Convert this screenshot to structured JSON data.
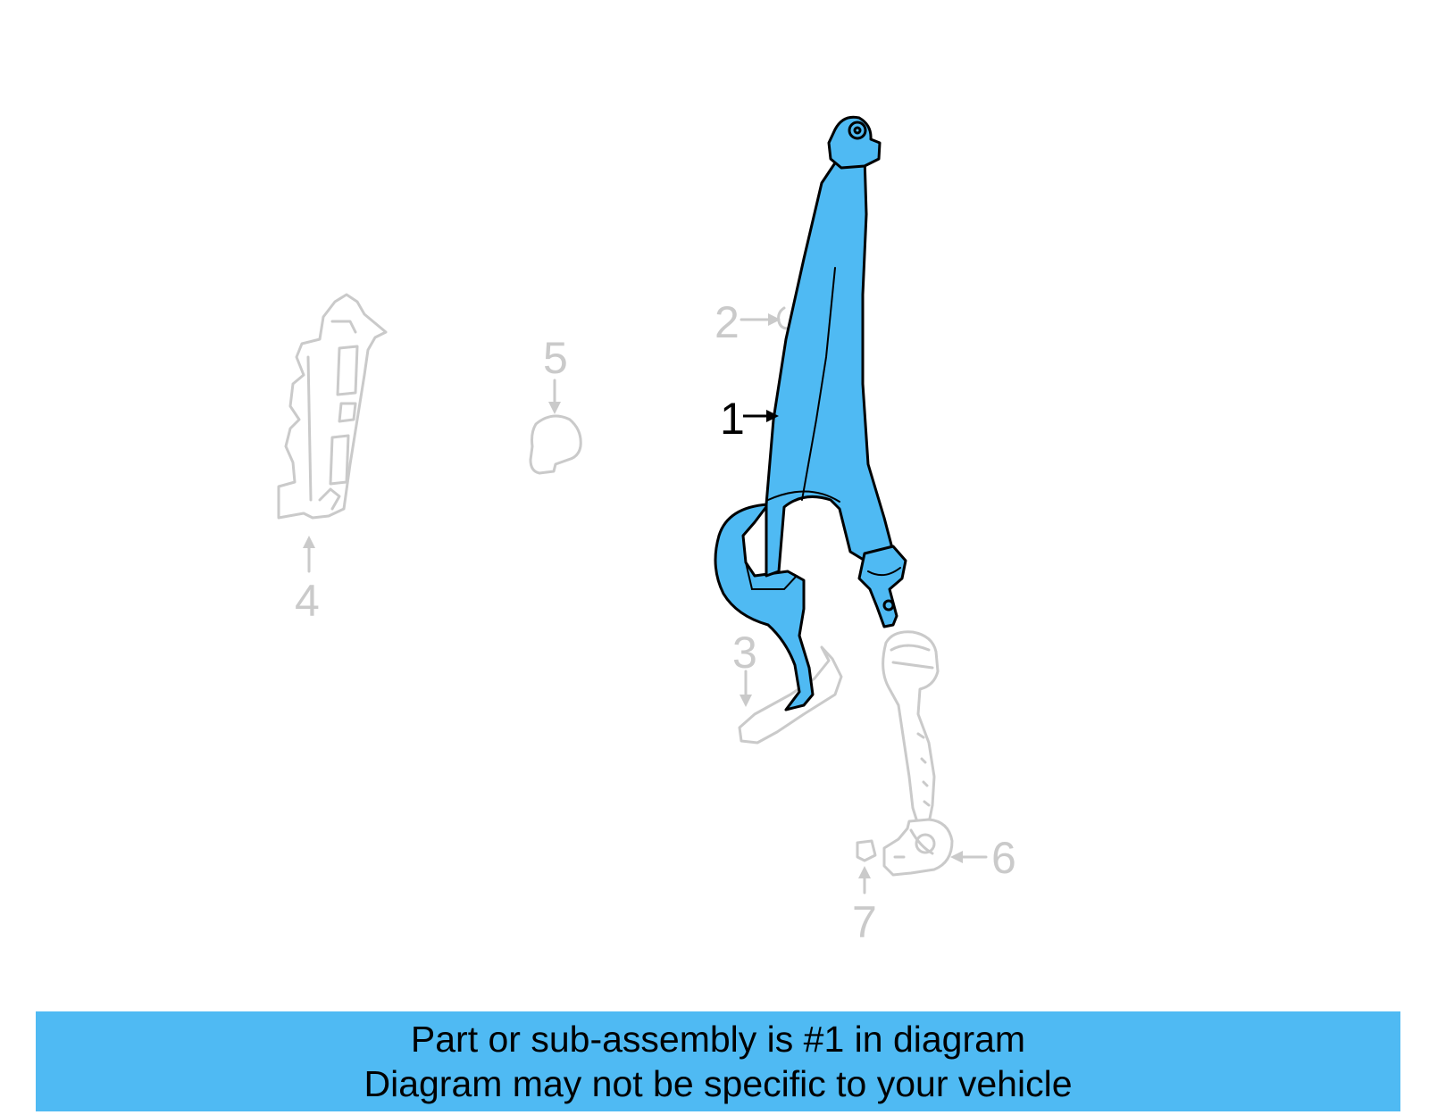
{
  "colors": {
    "highlight": "#4FBAF3",
    "ghost": "#CACACA",
    "outline": "#000000",
    "banner_bg": "#4FBAF3"
  },
  "diagram": {
    "callouts": [
      {
        "id": "1",
        "label": "1",
        "highlighted": true
      },
      {
        "id": "2",
        "label": "2",
        "highlighted": false
      },
      {
        "id": "3",
        "label": "3",
        "highlighted": false
      },
      {
        "id": "4",
        "label": "4",
        "highlighted": false
      },
      {
        "id": "5",
        "label": "5",
        "highlighted": false
      },
      {
        "id": "6",
        "label": "6",
        "highlighted": false
      },
      {
        "id": "7",
        "label": "7",
        "highlighted": false
      }
    ]
  },
  "banner": {
    "line1": "Part or sub-assembly is #1 in diagram",
    "line2": "Diagram may not be specific to your vehicle"
  }
}
